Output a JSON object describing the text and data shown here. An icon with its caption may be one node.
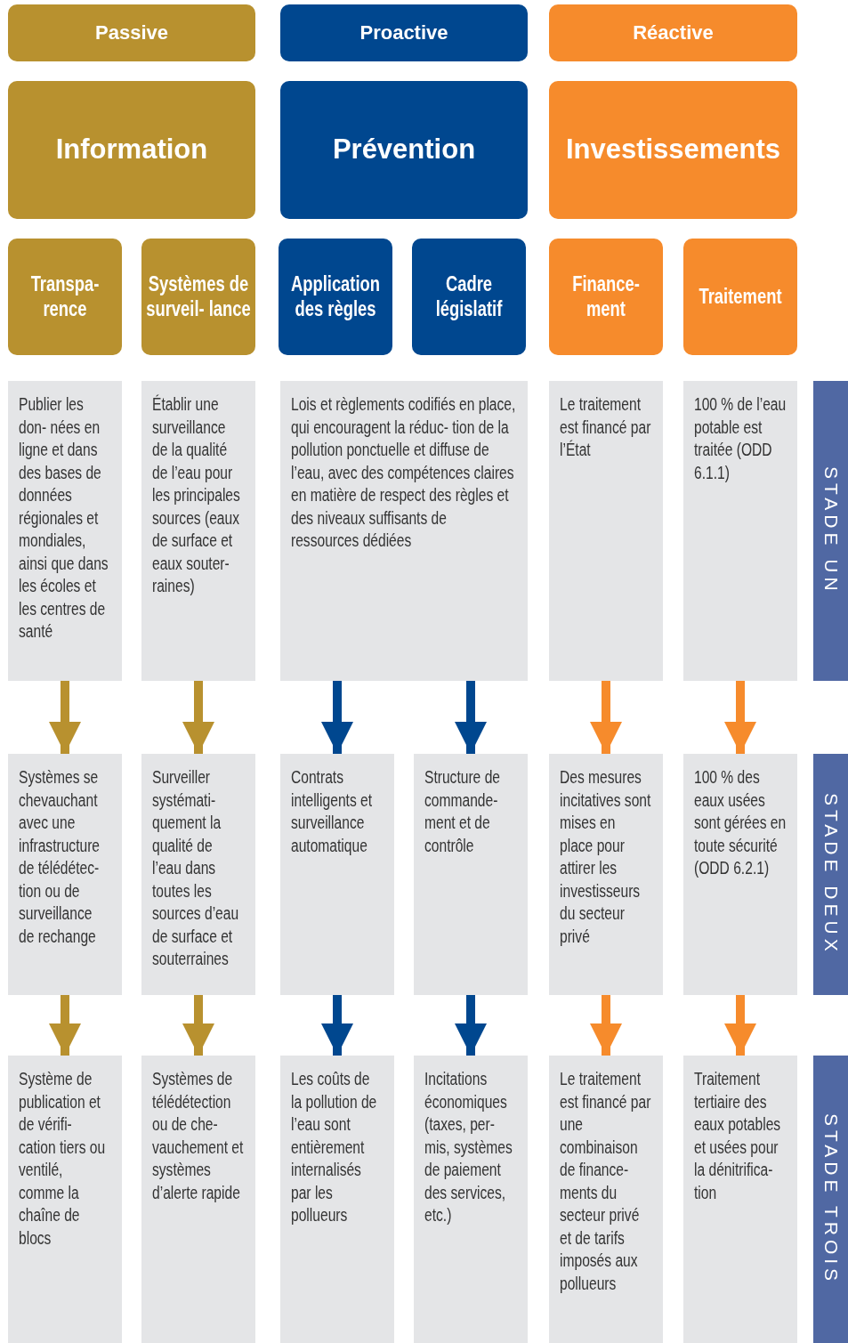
{
  "diagram": {
    "nodes": [
      {
        "text": [
          "Passive"
        ]
      },
      {
        "text": [
          "Proactive"
        ]
      },
      {
        "text": [
          "Réactive"
        ]
      },
      {
        "text": [
          "Information"
        ]
      },
      {
        "text": [
          "Prévention"
        ]
      },
      {
        "text": [
          "Investissements"
        ]
      },
      {
        "text": [
          "Transpa- rence"
        ]
      },
      {
        "text": [
          "Systèmes de surveil- lance"
        ]
      },
      {
        "text": [
          "Application des règles"
        ]
      },
      {
        "text": [
          "Cadre législatif"
        ]
      },
      {
        "text": [
          "Finance- ment"
        ]
      },
      {
        "text": [
          "Traitement"
        ]
      },
      {
        "text": [
          "Publier les don- nées en ligne et dans des bases de données régionales et mondiales, ainsi que dans les écoles et les centres de santé"
        ]
      },
      {
        "text": [
          "Établir une surveillance de la qualité de l’eau pour les principales sources (eaux de surface et eaux souter- raines)"
        ]
      },
      {
        "text": [
          "Lois et règlements codifiés en place, qui encouragent la réduc- tion de la pollution ponctuelle et diffuse de l’eau, avec des compétences claires en matière de respect des règles et des niveaux suffisants de ressources dédiées"
        ]
      },
      {
        "text": [
          "Le traitement est financé par l’État"
        ]
      },
      {
        "text": [
          "100 % de l’eau potable est traitée (ODD 6.1.1)"
        ]
      },
      {
        "text": [
          "Systèmes se chevauchant avec une infrastructure de télédétec- tion ou de surveillance de rechange"
        ]
      },
      {
        "text": [
          "Surveiller systémati- quement la qualité de l’eau dans toutes les sources d’eau de surface et souterraines"
        ]
      },
      {
        "text": [
          "Contrats intelligents et surveillance automatique"
        ]
      },
      {
        "text": [
          "Structure de commande- ment et de contrôle"
        ]
      },
      {
        "text": [
          "Des mesures incitatives sont mises en place pour attirer les investisseurs du secteur privé"
        ]
      },
      {
        "text": [
          "100 % des eaux usées sont gérées en toute sécurité (ODD 6.2.1)"
        ]
      },
      {
        "text": [
          "Système de publication et de vérifi- cation tiers ou ventilé, comme la chaîne de blocs"
        ]
      },
      {
        "text": [
          "Systèmes de télédétection ou de che- vauchement et systèmes d’alerte rapide"
        ]
      },
      {
        "text": [
          "Les coûts de la pollution de l’eau sont entièrement internalisés par les pollueurs"
        ]
      },
      {
        "text": [
          "Incitations économiques (taxes, per- mis, systèmes de paiement des services, etc.)"
        ]
      },
      {
        "text": [
          "Le traitement est financé par une combinaison de finance- ments du secteur privé et de tarifs imposés aux pollueurs"
        ]
      },
      {
        "text": [
          "Traitement tertiaire des eaux potables et usées pour la dénitrifica- tion"
        ]
      },
      {
        "text": [
          "STADE UN"
        ]
      },
      {
        "text": [
          "STADE DEUX"
        ]
      },
      {
        "text": [
          "STADE TROIS"
        ]
      }
    ],
    "edges": [
      {
        "from": 12,
        "to": 17,
        "arrow": "to",
        "color": "#b8912f"
      },
      {
        "from": 13,
        "to": 18,
        "arrow": "to",
        "color": "#b8912f"
      },
      {
        "from": 14,
        "to": 19,
        "arrow": "to",
        "color": "#00478f"
      },
      {
        "from": 14,
        "to": 20,
        "arrow": "to",
        "color": "#00478f"
      },
      {
        "from": 15,
        "to": 21,
        "arrow": "to",
        "color": "#f68b2c"
      },
      {
        "from": 16,
        "to": 22,
        "arrow": "to",
        "color": "#f68b2c"
      },
      {
        "from": 17,
        "to": 23,
        "arrow": "to",
        "color": "#b8912f"
      },
      {
        "from": 18,
        "to": 24,
        "arrow": "to",
        "color": "#b8912f"
      },
      {
        "from": 19,
        "to": 25,
        "arrow": "to",
        "color": "#00478f"
      },
      {
        "from": 20,
        "to": 26,
        "arrow": "to",
        "color": "#00478f"
      },
      {
        "from": 21,
        "to": 27,
        "arrow": "to",
        "color": "#f68b2c"
      },
      {
        "from": 22,
        "to": 28,
        "arrow": "to",
        "color": "#f68b2c"
      }
    ]
  }
}
